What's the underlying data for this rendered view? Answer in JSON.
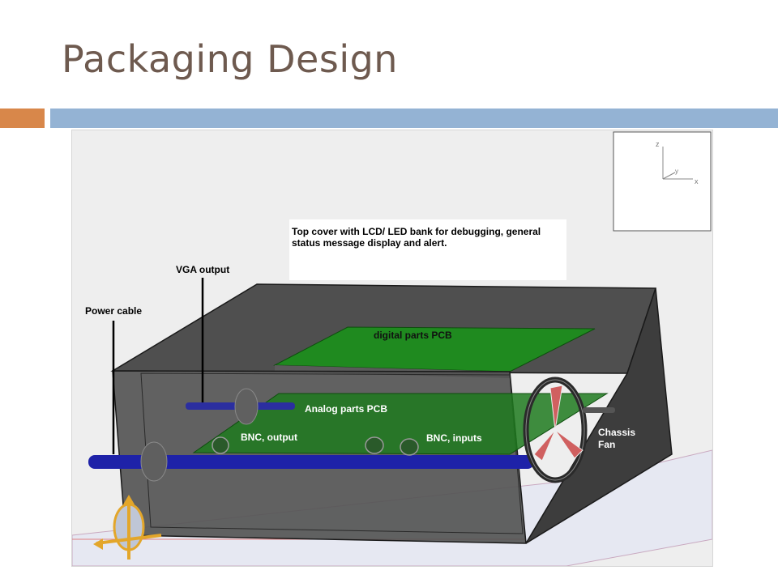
{
  "slide": {
    "title": "Packaging Design",
    "accent_orange": "#d8874a",
    "accent_blue": "#94b3d4"
  },
  "diagram": {
    "axis_labels": {
      "z": "z",
      "y": "y",
      "x": "x"
    },
    "top_cover_line1": "Top cover with LCD/ LED bank for debugging, general",
    "top_cover_line2": "status message display and alert.",
    "vga_output": "VGA output",
    "power_cable": "Power cable",
    "digital_pcb": "digital parts PCB",
    "analog_pcb": "Analog parts PCB",
    "bnc_output": "BNC, output",
    "bnc_inputs": "BNC, inputs",
    "chassis_line1": "Chassis",
    "chassis_line2": "Fan",
    "colors": {
      "enclosure": "#3a3a3a",
      "pcb": "#1f8a1f",
      "cable": "#1e22a8"
    }
  }
}
